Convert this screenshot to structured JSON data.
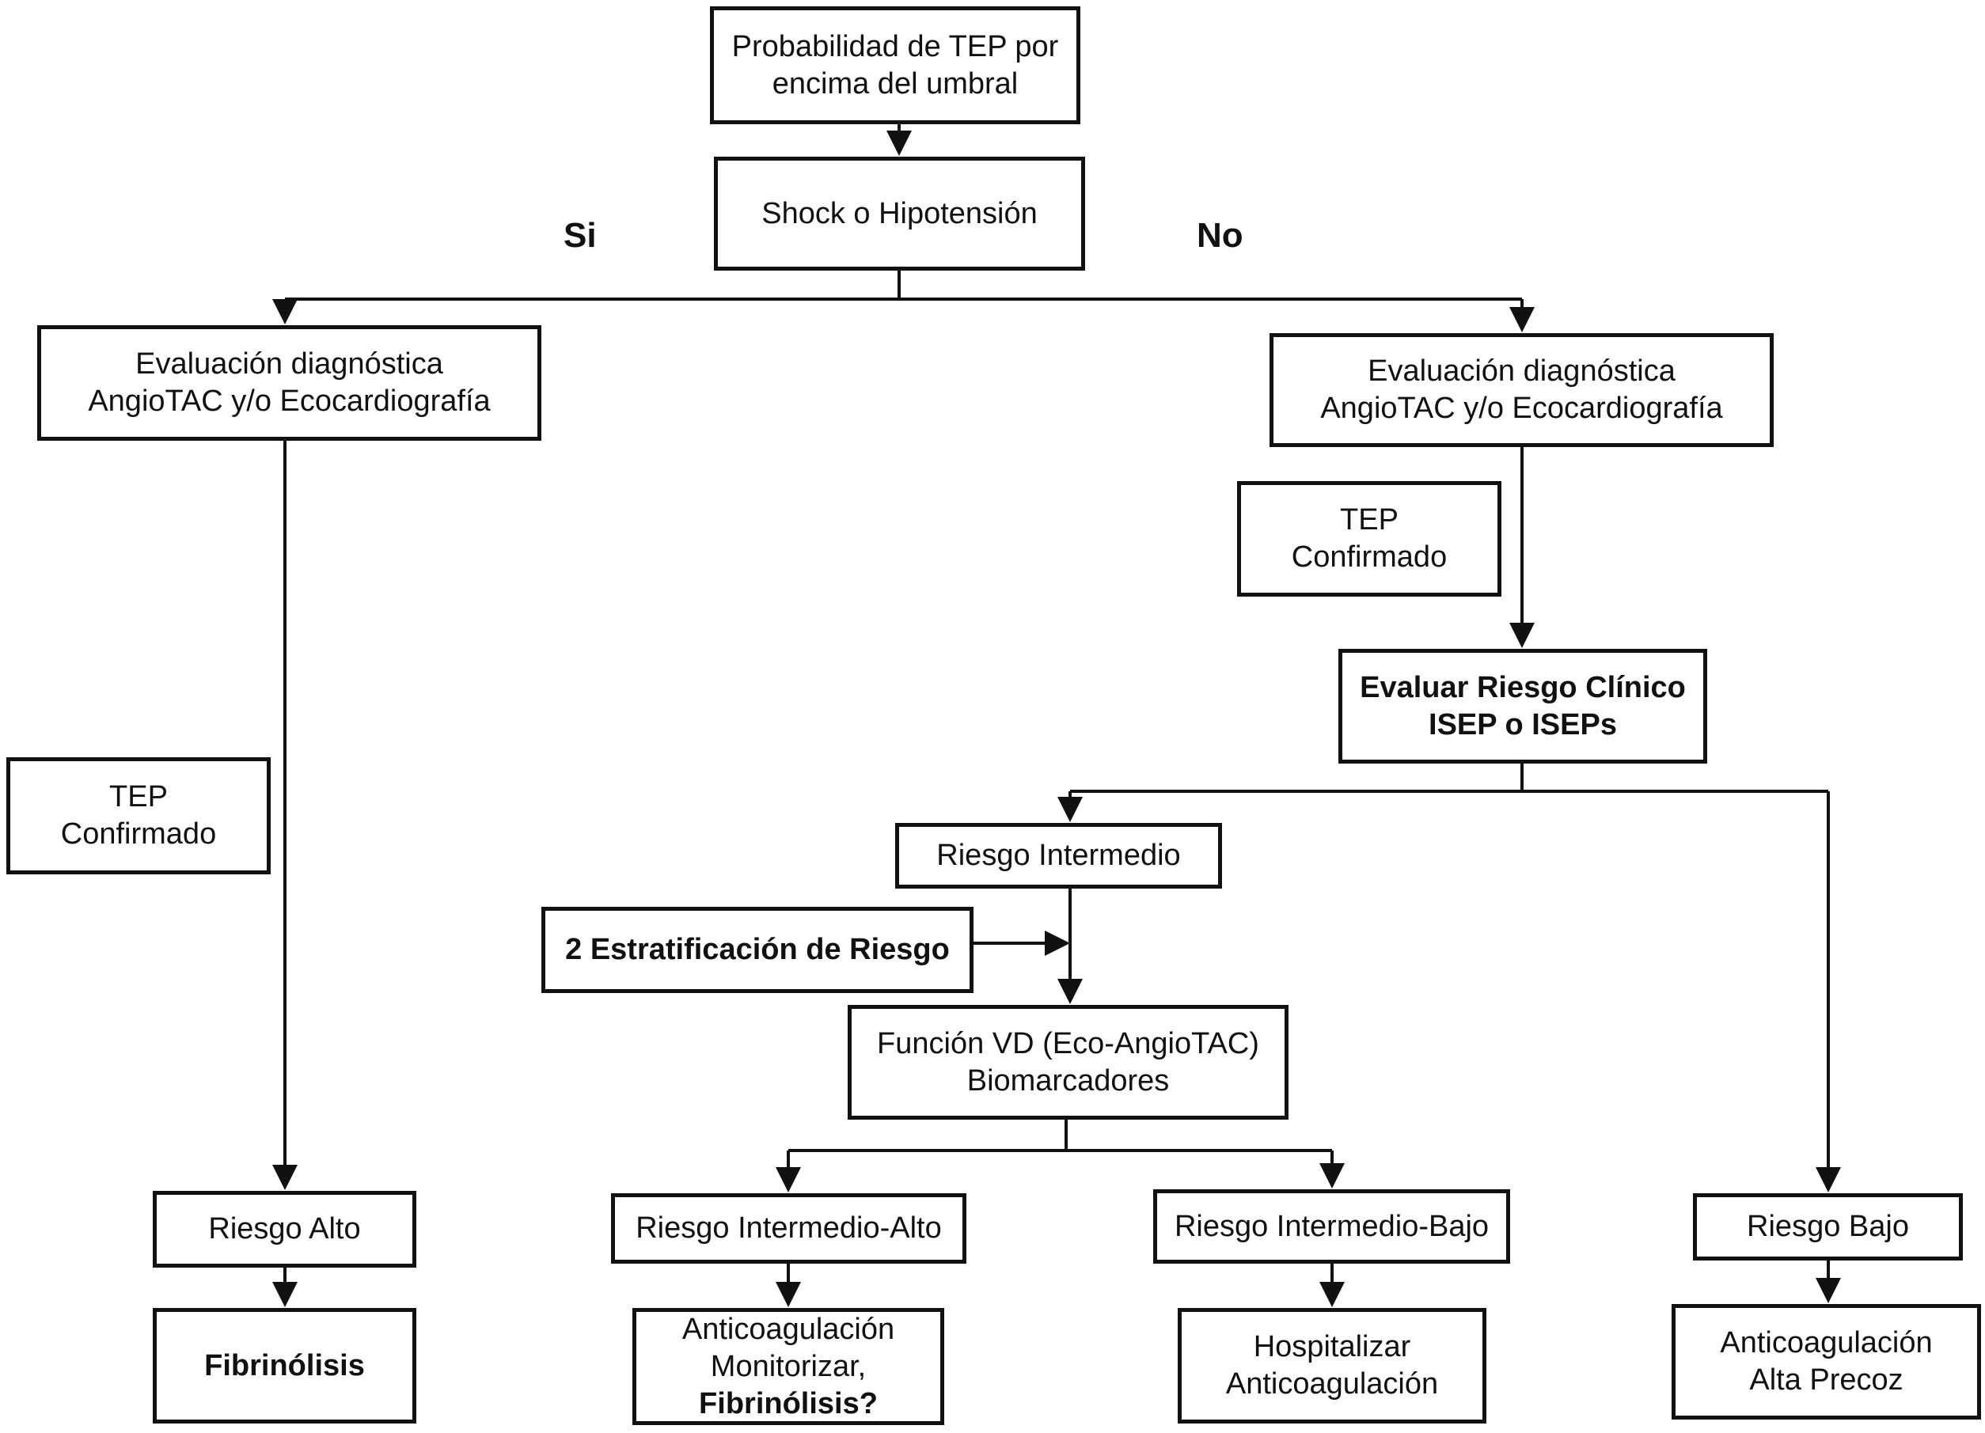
{
  "diagram": {
    "branch_labels": {
      "yes": "Si",
      "no": "No"
    },
    "nodes": {
      "start": {
        "line1": "Probabilidad de TEP por",
        "line2": "encima del umbral"
      },
      "shock": {
        "line1": "Shock o Hipotensión"
      },
      "eval_left": {
        "line1": "Evaluación diagnóstica",
        "line2": "AngioTAC y/o Ecocardiografía"
      },
      "eval_right": {
        "line1": "Evaluación diagnóstica",
        "line2": "AngioTAC y/o Ecocardiografía"
      },
      "tep_right": {
        "line1": "TEP",
        "line2": "Confirmado"
      },
      "tep_left": {
        "line1": "TEP",
        "line2": "Confirmado"
      },
      "riesgo_clinico": {
        "line1": "Evaluar Riesgo Clínico",
        "line2": "ISEP o ISEPs"
      },
      "riesgo_intermedio": {
        "line1": "Riesgo Intermedio"
      },
      "estratificacion": {
        "line1": "2 Estratificación de Riesgo"
      },
      "funcion_vd": {
        "line1": "Función VD (Eco-AngioTAC)",
        "line2": "Biomarcadores"
      },
      "riesgo_alto": {
        "line1": "Riesgo Alto"
      },
      "riesgo_int_alto": {
        "line1": "Riesgo Intermedio-Alto"
      },
      "riesgo_int_bajo": {
        "line1": "Riesgo Intermedio-Bajo"
      },
      "riesgo_bajo": {
        "line1": "Riesgo Bajo"
      },
      "fibrinolisis": {
        "line1": "Fibrinólisis"
      },
      "anticoag_monitor": {
        "line1": "Anticoagulación",
        "line2": "Monitorizar,",
        "line3": "Fibrinólisis?"
      },
      "hospitalizar": {
        "line1": "Hospitalizar",
        "line2": "Anticoagulación"
      },
      "anticoag_alta": {
        "line1": "Anticoagulación",
        "line2": "Alta Precoz"
      }
    }
  }
}
